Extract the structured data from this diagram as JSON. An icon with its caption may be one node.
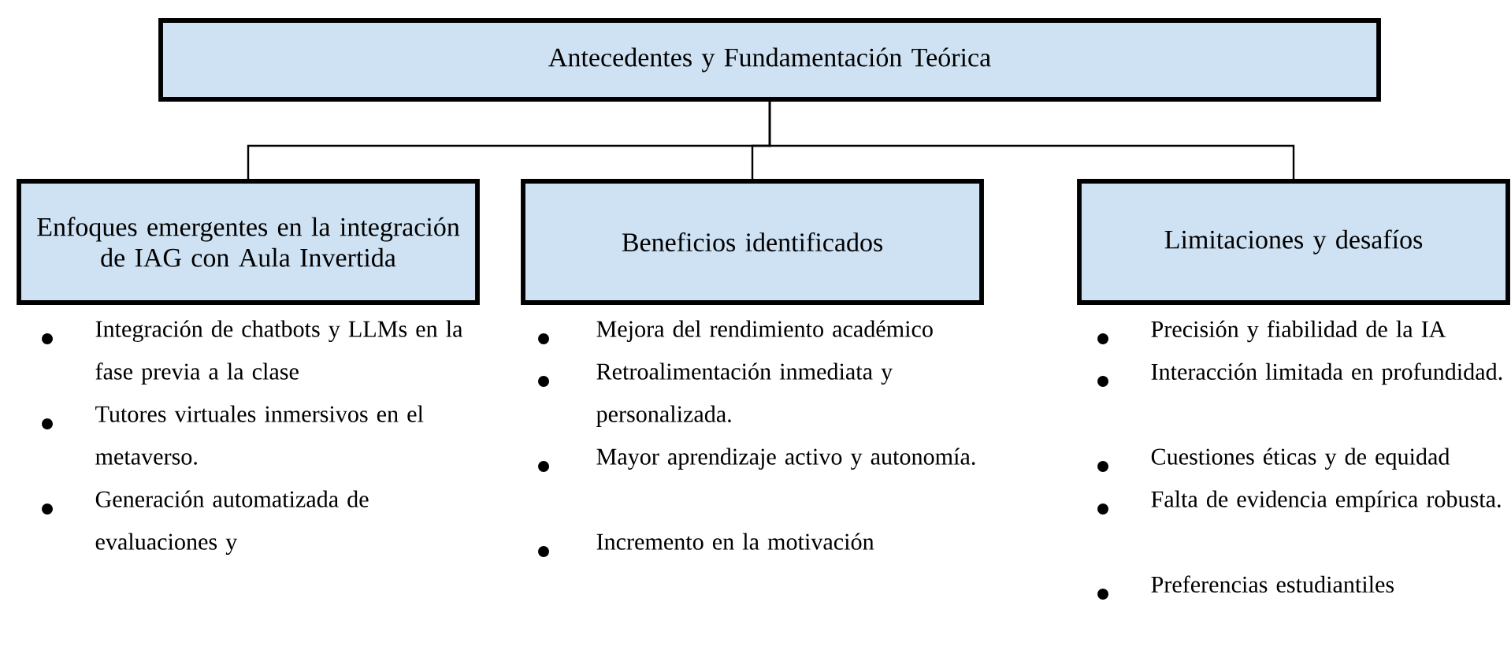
{
  "diagram": {
    "nodes": [
      {
        "text": [
          "Antecedentes y Fundamentación Teórica"
        ]
      },
      {
        "text": [
          "Enfoques emergentes en la integración de IAG con Aula Invertida"
        ],
        "beside": [
          "Integración de chatbots y LLMs en la fase previa a la clase",
          "Tutores virtuales inmersivos en el metaverso.",
          "Generación automatizada de evaluaciones y"
        ]
      },
      {
        "text": [
          "Beneficios identificados"
        ],
        "beside": [
          "Mejora del rendimiento académico",
          "Retroalimentación inmediata y personalizada.",
          "Mayor aprendizaje activo y autonomía.",
          "Incremento en la motivación"
        ]
      },
      {
        "text": [
          "Limitaciones y desafíos"
        ],
        "beside": [
          "Precisión y fiabilidad de la IA",
          "Interacción limitada en profundidad.",
          "Cuestiones éticas y de equidad",
          "Falta de evidencia empírica robusta.",
          "Preferencias estudiantiles"
        ]
      }
    ],
    "edges": [
      {
        "from": 0,
        "to": 1,
        "arrow": "none"
      },
      {
        "from": 0,
        "to": 2,
        "arrow": "none"
      },
      {
        "from": 0,
        "to": 3,
        "arrow": "none"
      }
    ]
  }
}
